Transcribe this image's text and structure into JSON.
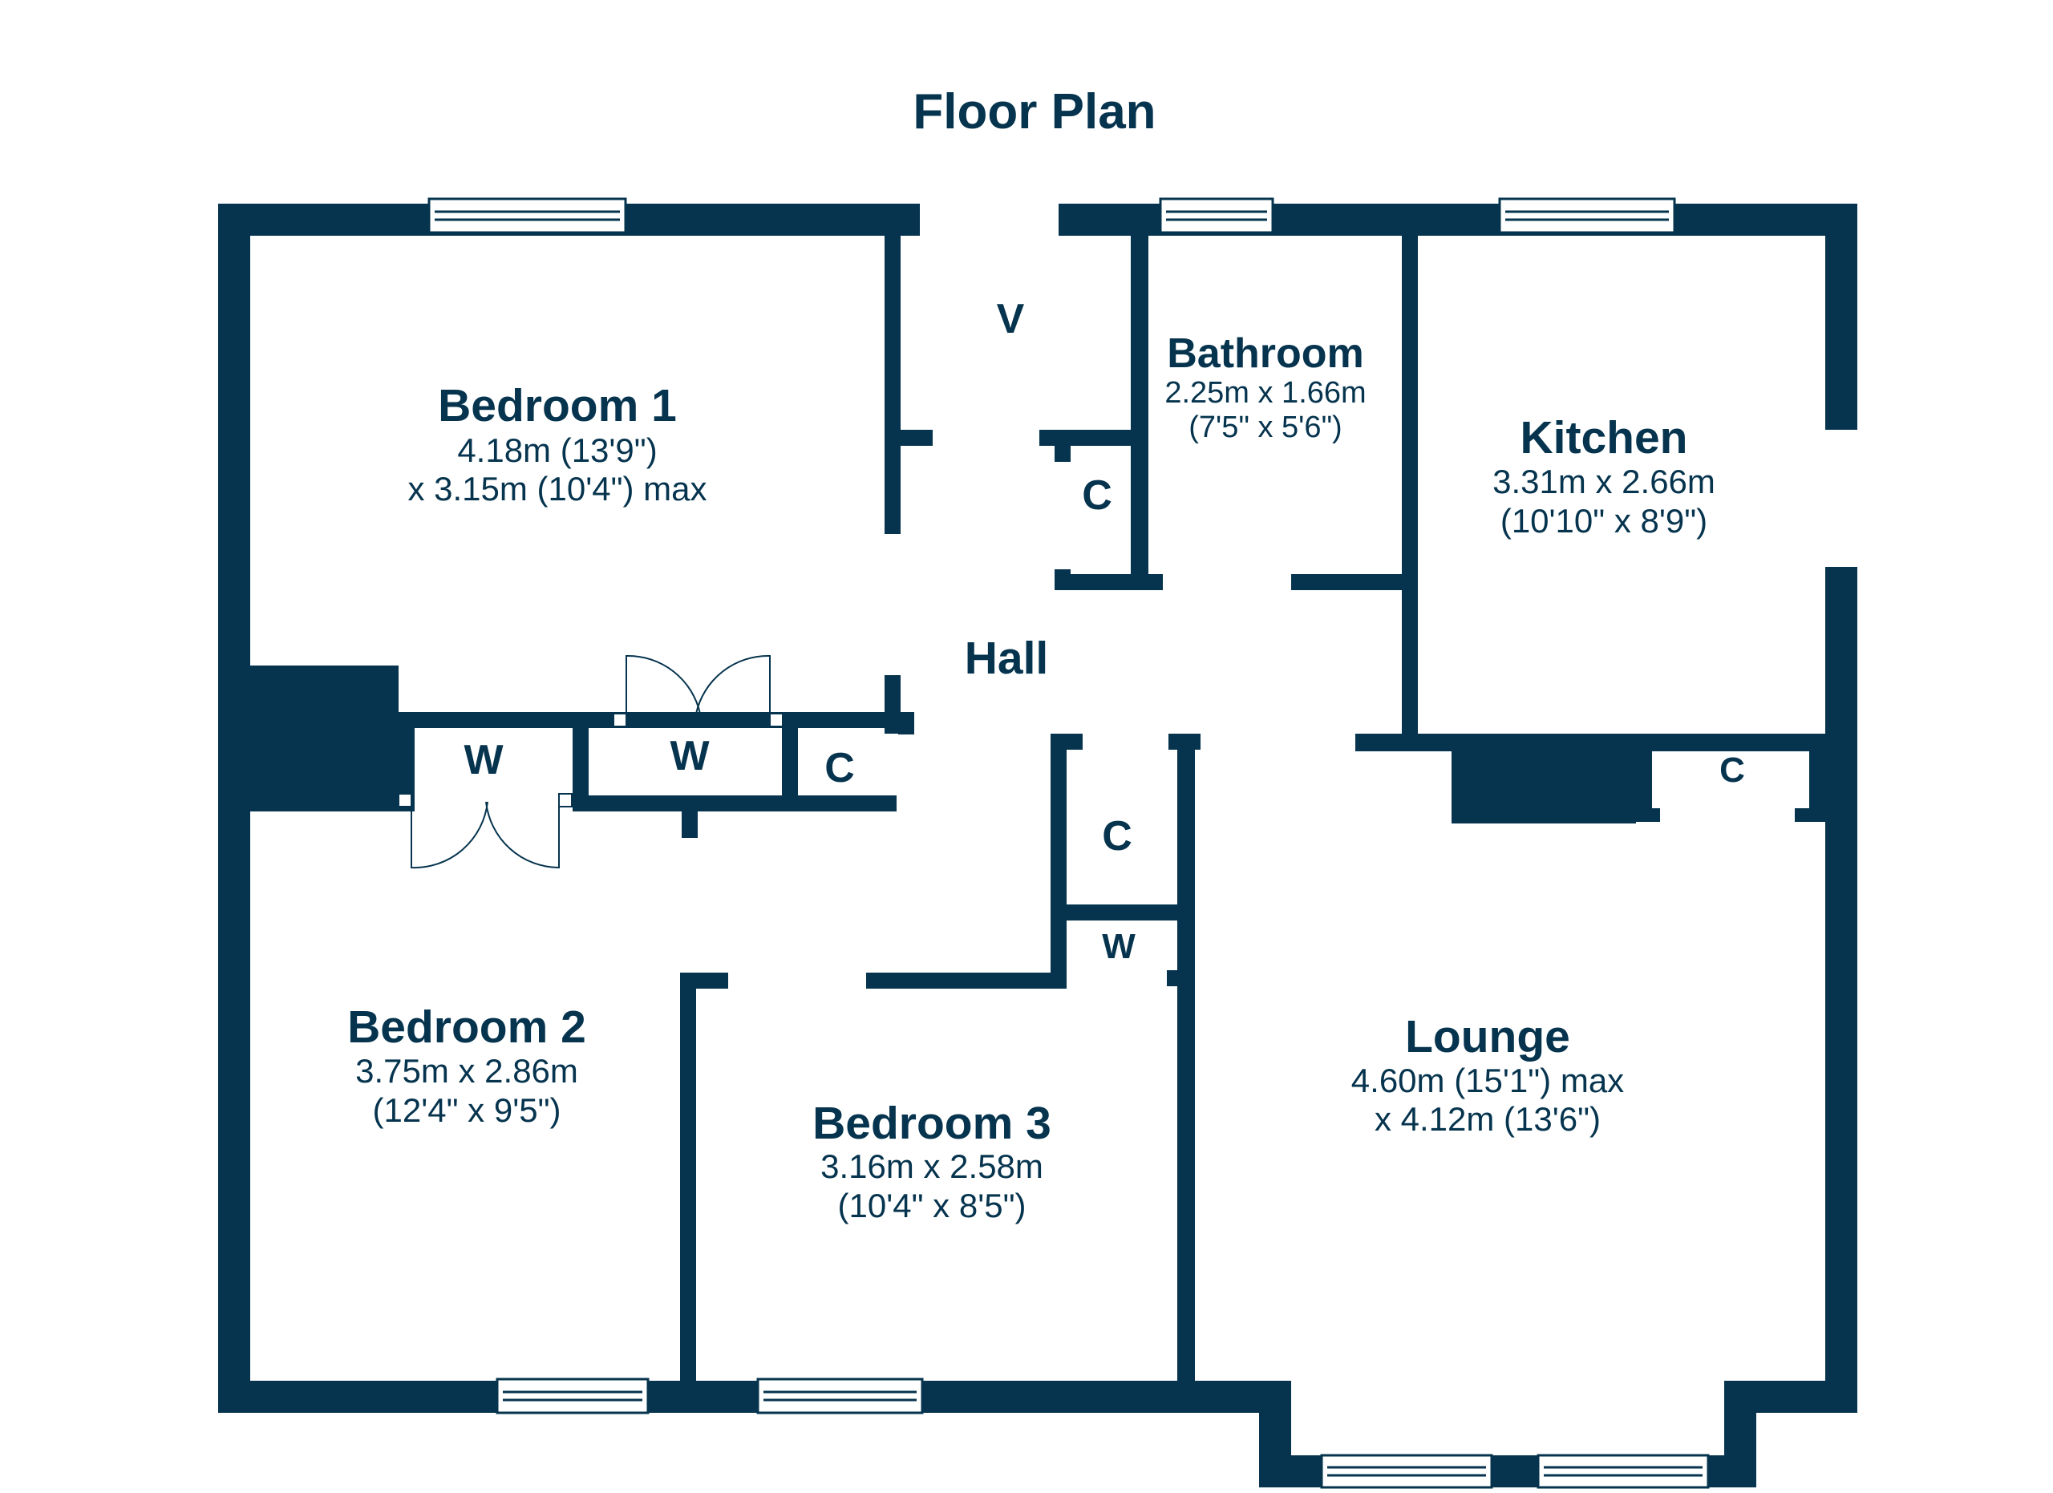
{
  "title": "Floor Plan",
  "colors": {
    "wall": "#06344e",
    "window_frame": "#06344e",
    "background": "#ffffff"
  },
  "rooms": [
    {
      "name": "Bedroom 1",
      "dims": [
        "4.18m (13'9\")",
        "x 3.15m (10'4\") max"
      ]
    },
    {
      "name": "Bathroom",
      "dims": [
        "2.25m x 1.66m",
        "(7'5\" x 5'6\")"
      ]
    },
    {
      "name": "Kitchen",
      "dims": [
        "3.31m x 2.66m",
        "(10'10\" x 8'9\")"
      ]
    },
    {
      "name": "Hall",
      "dims": []
    },
    {
      "name": "Bedroom 2",
      "dims": [
        "3.75m x 2.86m",
        "(12'4\" x 9'5\")"
      ]
    },
    {
      "name": "Bedroom 3",
      "dims": [
        "3.16m x 2.58m",
        "(10'4\" x 8'5\")"
      ]
    },
    {
      "name": "Lounge",
      "dims": [
        "4.60m (15'1\") max",
        "x 4.12m (13'6\")"
      ]
    }
  ],
  "cupboards": {
    "vestibule": "V",
    "hall_cupboard_top": "C",
    "wardrobe_bed2": "W",
    "wardrobe_hall": "W",
    "hall_cupboard_left": "C",
    "hall_cupboard_mid": "C",
    "wardrobe_bed3": "W",
    "lounge_cupboard": "C"
  }
}
